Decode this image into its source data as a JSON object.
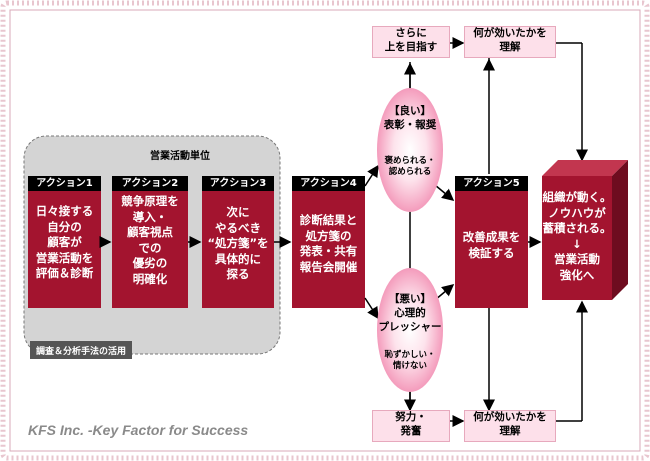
{
  "unit_label": "営業活動単位",
  "tools_label": "調査＆分析手法の活用",
  "actions": [
    {
      "head": "アクション1",
      "text": "日々接する\n自分の\n顧客が\n営業活動を\n評価＆診断"
    },
    {
      "head": "アクション2",
      "text": "競争原理を\n導入・\n顧客視点\nでの\n優劣の\n明確化"
    },
    {
      "head": "アクション3",
      "text": "次に\nやるべき\n“処方箋”を\n具体的に\n探る"
    },
    {
      "head": "アクション4",
      "text": "診断結果と\n処方箋の\n発表・共有\n報告会開催"
    },
    {
      "head": "アクション5",
      "text": "改善成果を\n検証する"
    }
  ],
  "good": {
    "title": "【良い】\n表彰・報奨",
    "sub": "褒められる・\n認められる"
  },
  "bad": {
    "title": "【悪い】\n心理的\nプレッシャー",
    "sub": "恥ずかしい・\n情けない"
  },
  "top_boxes": {
    "left": "さらに\n上を目指す",
    "right": "何が効いたかを\n理解"
  },
  "bottom_boxes": {
    "left": "努力・\n発奮",
    "right": "何が効いたかを\n理解"
  },
  "result": "組織が動く。\nノウハウが\n蓄積される。\n↓\n営業活動\n強化へ",
  "footer": "KFS Inc. -Key Factor for Success",
  "colors": {
    "action_fill": "#a3142f",
    "pink": "#f9b9cf",
    "cube_front": "#a3142f",
    "panel": "#d4d4d4",
    "frame": "#e8c6cf"
  }
}
